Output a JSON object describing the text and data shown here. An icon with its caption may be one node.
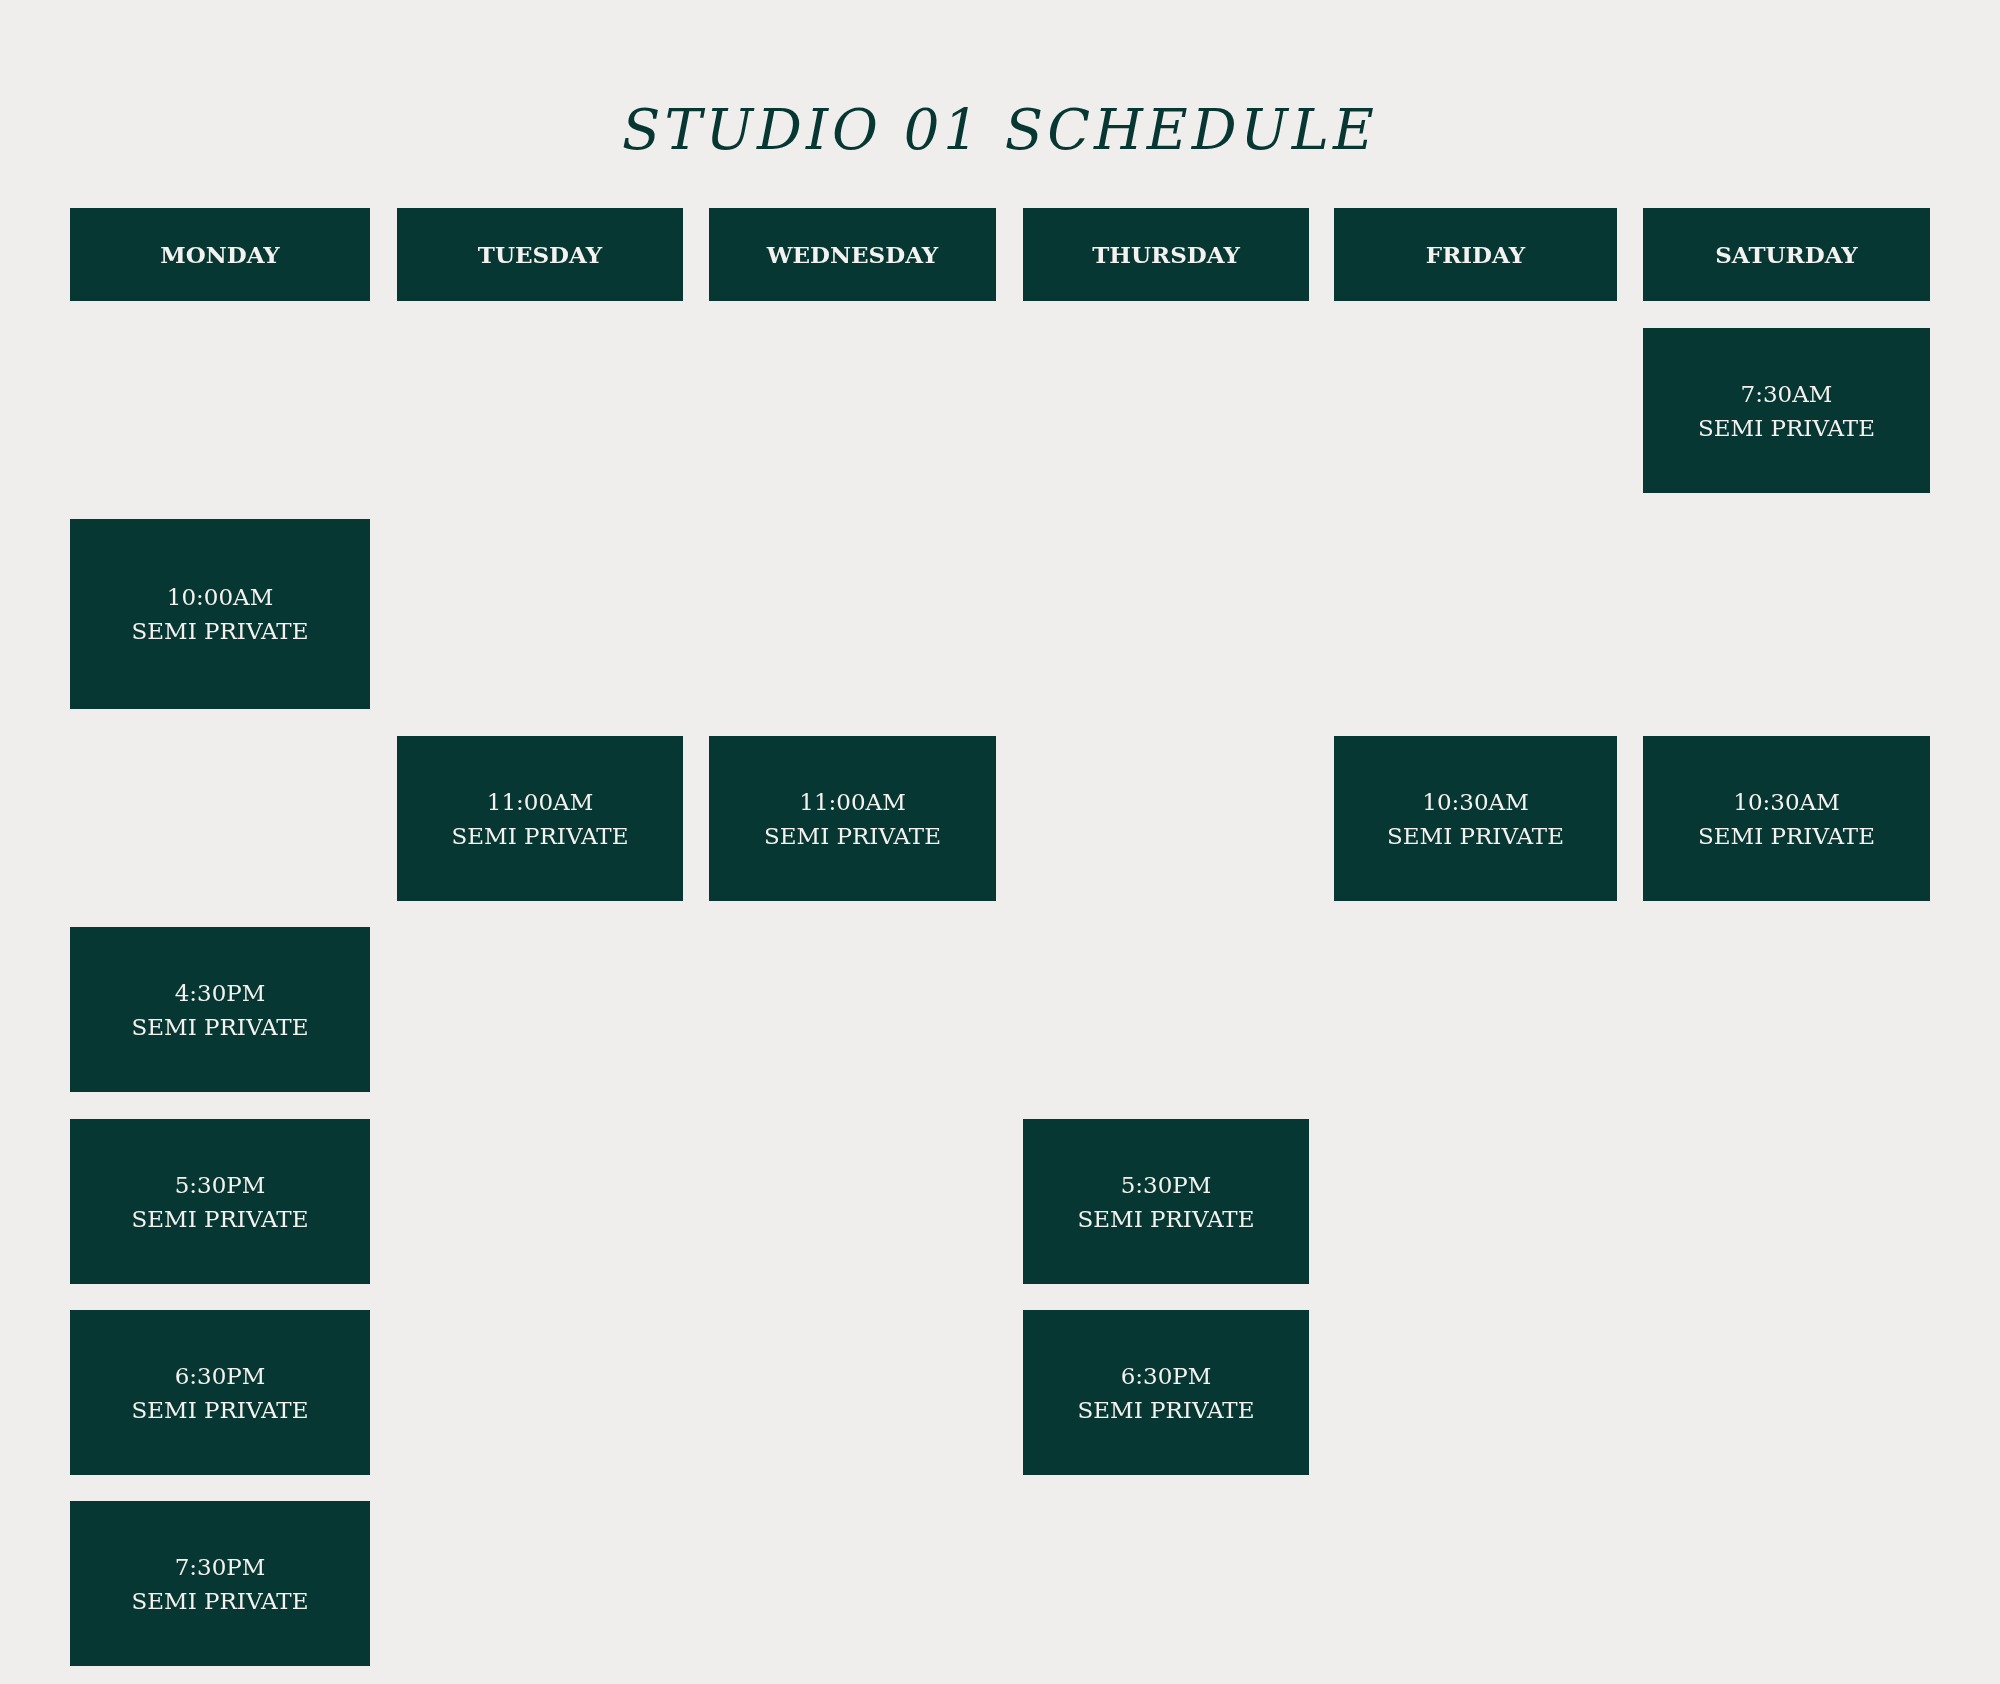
{
  "diagram": {
    "title": "STUDIO 01 SCHEDULE",
    "nodes": [
      {
        "text": [
          "MONDAY"
        ]
      },
      {
        "text": [
          "TUESDAY"
        ]
      },
      {
        "text": [
          "WEDNESDAY"
        ]
      },
      {
        "text": [
          "THURSDAY"
        ]
      },
      {
        "text": [
          "FRIDAY"
        ]
      },
      {
        "text": [
          "SATURDAY"
        ]
      },
      {
        "text": [
          "7:30AM",
          "SEMI PRIVATE"
        ]
      },
      {
        "text": [
          "10:00AM",
          "SEMI PRIVATE"
        ]
      },
      {
        "text": [
          "11:00AM",
          "SEMI PRIVATE"
        ]
      },
      {
        "text": [
          "11:00AM",
          "SEMI PRIVATE"
        ]
      },
      {
        "text": [
          "10:30AM",
          "SEMI PRIVATE"
        ]
      },
      {
        "text": [
          "10:30AM",
          "SEMI PRIVATE"
        ]
      },
      {
        "text": [
          "4:30PM",
          "SEMI PRIVATE"
        ]
      },
      {
        "text": [
          "5:30PM",
          "SEMI PRIVATE"
        ]
      },
      {
        "text": [
          "5:30PM",
          "SEMI PRIVATE"
        ]
      },
      {
        "text": [
          "6:30PM",
          "SEMI PRIVATE"
        ]
      },
      {
        "text": [
          "6:30PM",
          "SEMI PRIVATE"
        ]
      },
      {
        "text": [
          "7:30PM",
          "SEMI PRIVATE"
        ]
      }
    ]
  }
}
